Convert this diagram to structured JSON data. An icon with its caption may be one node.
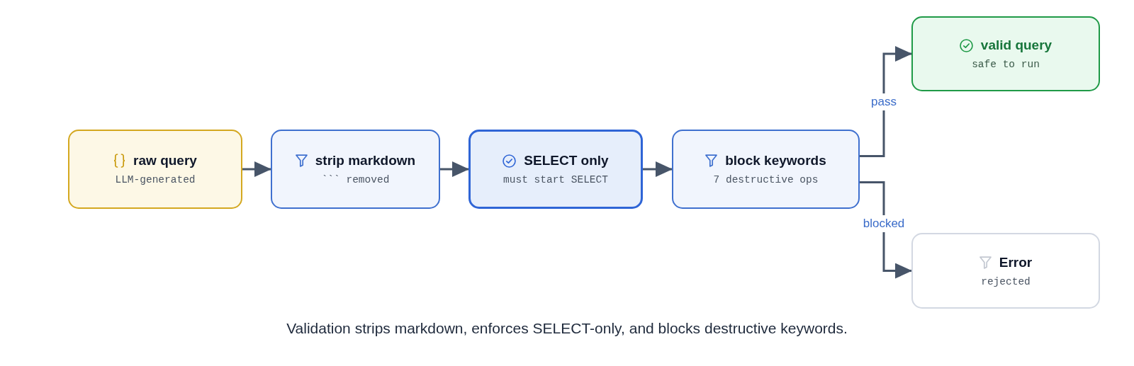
{
  "diagram": {
    "caption": "Validation strips markdown, enforces SELECT-only, and blocks destructive keywords.",
    "nodes": [
      {
        "text": [
          "raw query",
          "LLM-generated"
        ]
      },
      {
        "text": [
          "strip markdown",
          "``` removed"
        ]
      },
      {
        "text": [
          "SELECT only",
          "must start SELECT"
        ]
      },
      {
        "text": [
          "block keywords",
          "7 destructive ops"
        ]
      },
      {
        "text": [
          "valid query",
          "safe to run"
        ]
      },
      {
        "text": [
          "Error",
          "rejected"
        ]
      }
    ],
    "edges": [
      {
        "from": 0,
        "to": 1,
        "arrow": "to"
      },
      {
        "from": 1,
        "to": 2,
        "arrow": "to"
      },
      {
        "from": 2,
        "to": 3,
        "arrow": "to"
      },
      {
        "from": 3,
        "to": 4,
        "arrow": "to",
        "label": "pass"
      },
      {
        "from": 3,
        "to": 5,
        "arrow": "to",
        "label": "blocked"
      }
    ]
  }
}
